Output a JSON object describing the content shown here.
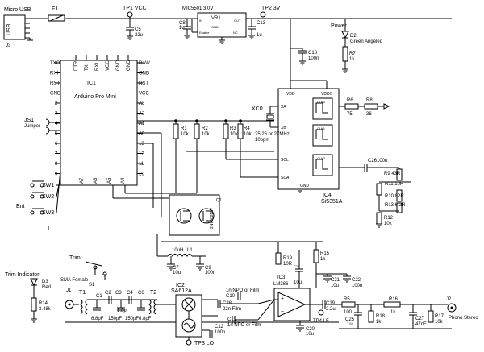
{
  "connectors": {
    "usb_title": "Micro USB",
    "usb_label": "USB",
    "usb_ref": "J3",
    "jack_j1_ref": "J1",
    "jack_j1_name": "SMA Female",
    "jack_j2_ref": "J2",
    "jack_j2_name": "Phono Stereo",
    "jumper_ref": "JS1",
    "jumper_name": "Jumper"
  },
  "power": {
    "fuse": "F1",
    "tp1": "TP1 VCC",
    "tp2": "TP2 3V",
    "tp3": "TP3 LO",
    "tp4": "TP4 LF",
    "led_power_title": "Power",
    "led_power_ref": "D2",
    "led_power_name": "Green Angeled",
    "led_trim_title": "Trim Indicator",
    "led_trim_ref": "D3",
    "led_trim_name": "Red"
  },
  "regulator": {
    "title": "MIC5501 3.0V",
    "ref": "VR1",
    "pin_in": "IN",
    "pin_out": "OUT",
    "pin_gnd": "GND",
    "pin_enable": "Enable",
    "pin_nc": "NC"
  },
  "mcu": {
    "ref": "IC1",
    "name": "Arduino Pro Mini",
    "top_pins": [
      "DTR",
      "TXI",
      "RXI",
      "VCC",
      "GND",
      "GND"
    ],
    "left_pins": [
      "TXO",
      "RXI",
      "RST",
      "GND",
      "2",
      "3",
      "4",
      "5",
      "6",
      "7",
      "8",
      "9"
    ],
    "right_pins": [
      "RAW",
      "GND",
      "RST",
      "VCC",
      "A3",
      "A2",
      "A1",
      "A0",
      "13",
      "12",
      "11",
      "10"
    ],
    "bottom_pins": [
      "A7",
      "A6",
      "A5",
      "A4"
    ]
  },
  "clockgen": {
    "ref": "IC4",
    "name": "Si5351A",
    "crystal_ref": "XC0",
    "crystal_value": "25.26 or 27MHz",
    "crystal_tol": "10ppm",
    "pin_xa": "XA",
    "pin_xb": "XB",
    "pin_vdd": "VDD",
    "pin_vddo": "VDDO",
    "pin_scl": "SCL",
    "pin_sda": "SDA",
    "pin_gnd": "GND",
    "clk0": "CLK0",
    "clk1": "CLK1",
    "clk2": "CLK2"
  },
  "mosfet": {
    "ref": "2N7002DW",
    "tag": "Q1"
  },
  "mixer": {
    "ref": "IC2",
    "name": "SA612A"
  },
  "opamp": {
    "ref": "IC3",
    "name": "LM386"
  },
  "switches": {
    "sw1": "SW1",
    "sw2": "SW2",
    "sw3": "SW3",
    "enter": "Ent",
    "s1": "S1",
    "trim": "Trim"
  },
  "resistors": {
    "r1": "R1",
    "r1v": "10k",
    "r2": "R2",
    "r2v": "10k",
    "r3": "R3",
    "r3v": "10k",
    "r4": "R4",
    "r4v": "10k",
    "r6": "R6",
    "r6v": "75",
    "r8": "R8",
    "r8v": "36",
    "r7": "R7",
    "r7v": "1k",
    "r9": "R9 43R",
    "r11": "R11 10R",
    "r10": "R10 82R",
    "r13": "R13 6.2R",
    "r12": "R12",
    "r12v": "10k",
    "r14": "R14",
    "r14v": "3.48k",
    "r15": "R15",
    "r15v": "1k",
    "r19": "R19",
    "r19v": "10R",
    "r5": "R5",
    "r5v": "100",
    "r16": "R16",
    "r16v": "1k",
    "r18": "R18",
    "r18v": "1k",
    "r17": "R17",
    "r17v": "10k"
  },
  "capacitors": {
    "c5": "C5",
    "c5v": "22u",
    "c8": "C8",
    "c8v": "1u",
    "c13": "C13",
    "c13v": "1u",
    "c18": "C18",
    "c18v": "100n",
    "c26": "C26",
    "c26v": "100n",
    "c7": "C7",
    "c7v": "10u",
    "c9": "C9",
    "c9v": "100n",
    "c28": "C28",
    "c28v": "22n Film",
    "c10": "C10",
    "c10v": "1n NPO or Film",
    "c12": "C12",
    "c12v": "100n",
    "c11": "C11",
    "c11v": "1n NPO or Film",
    "c17": "C17",
    "c17v": "10u",
    "c21": "C21",
    "c21v": "10u",
    "c22": "C22",
    "c22v": "100n",
    "c19": "C19",
    "c19v": "2.2u",
    "c20": "C20",
    "c20v": "10u",
    "c25": "C25",
    "c25v": "1u",
    "c27": "C27",
    "c27v": "47nF",
    "c1": "C1",
    "c1v": "6.8pF",
    "c2": "C2",
    "c2v": "150pF",
    "c3": "C3",
    "c3v": "1.8p",
    "c4": "C4",
    "c4v": "150pF",
    "c6": "C6",
    "c6v": "6.8pF",
    "l1": "L1",
    "l1v": "10uH",
    "t1": "T1",
    "t2": "T2"
  }
}
